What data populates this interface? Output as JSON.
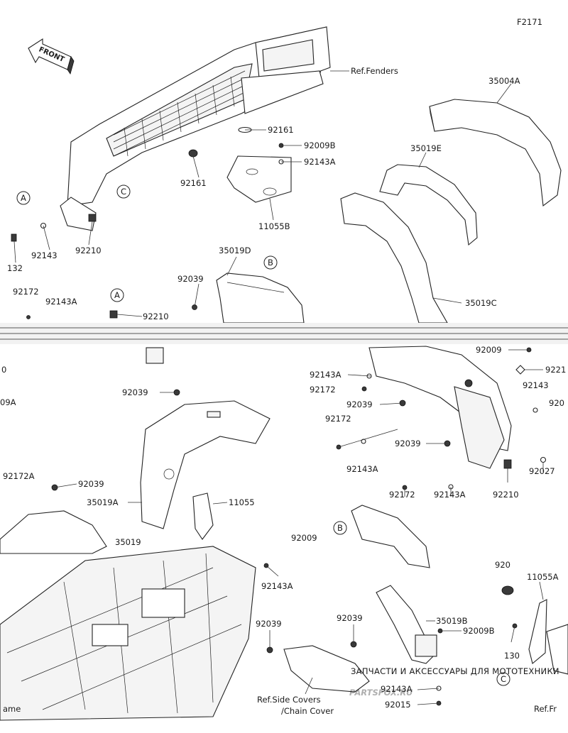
{
  "figure_code": "F2171",
  "front_badge": "FRONT",
  "ref_labels": {
    "fenders": "Ref.Fenders",
    "side_covers": "Ref.Side Covers",
    "chain_cover": "/Chain Cover",
    "frame_left": "ame",
    "frame_right": "Ref.Fr"
  },
  "callouts": {
    "a": "A",
    "b": "B",
    "c": "C"
  },
  "labels": {
    "p35004A": "35004A",
    "p92161_top": "92161",
    "p92009B_top": "92009B",
    "p92143A_top": "92143A",
    "p92161_left": "92161",
    "p35019E": "35019E",
    "p11055B": "11055B",
    "p92143_left": "92143",
    "p92210_left": "92210",
    "p132": "132",
    "p35019D": "35019D",
    "p92039_mid": "92039",
    "p35019C": "35019C",
    "p92172_left": "92172",
    "p92143A_left": "92143A",
    "p92210_mid": "92210",
    "p0_edge": "0",
    "p09A_edge": "09A",
    "p92172A_edge": "92172A",
    "p92039_center": "92039",
    "p92039_lower": "92039",
    "p35019A": "35019A",
    "p11055": "11055",
    "p35019_cut": "35019",
    "p92009_right": "92009",
    "p9221_right": "9221",
    "p92143A_right": "92143A",
    "p92172_right": "92172",
    "p92143_right": "92143",
    "p920_right": "920",
    "p92039_right": "92039",
    "p92172_right2": "92172",
    "p92039_right2": "92039",
    "p92143A_right2": "92143A",
    "p92172_right3": "92172",
    "p92143A_right3": "92143A",
    "p92210_right": "92210",
    "p92027": "92027",
    "p92009_bottom": "92009",
    "p92143A_bottom": "92143A",
    "p92039_bottom": "92039",
    "p35019B": "35019B",
    "p92009B_bottom": "92009B",
    "p92039_bl": "92039",
    "p92143A_bm": "92143A",
    "p92015": "92015",
    "p920_cut": "920",
    "p11055A": "11055A",
    "p130": "130"
  },
  "watermark": {
    "line1": "ЗАПЧАСТИ И АКСЕССУАРЫ ДЛЯ МОТОТЕХНИКИ",
    "line2": "PARTSFOX.RU"
  },
  "colors": {
    "line": "#222222",
    "watermark": "#e24a4a"
  }
}
